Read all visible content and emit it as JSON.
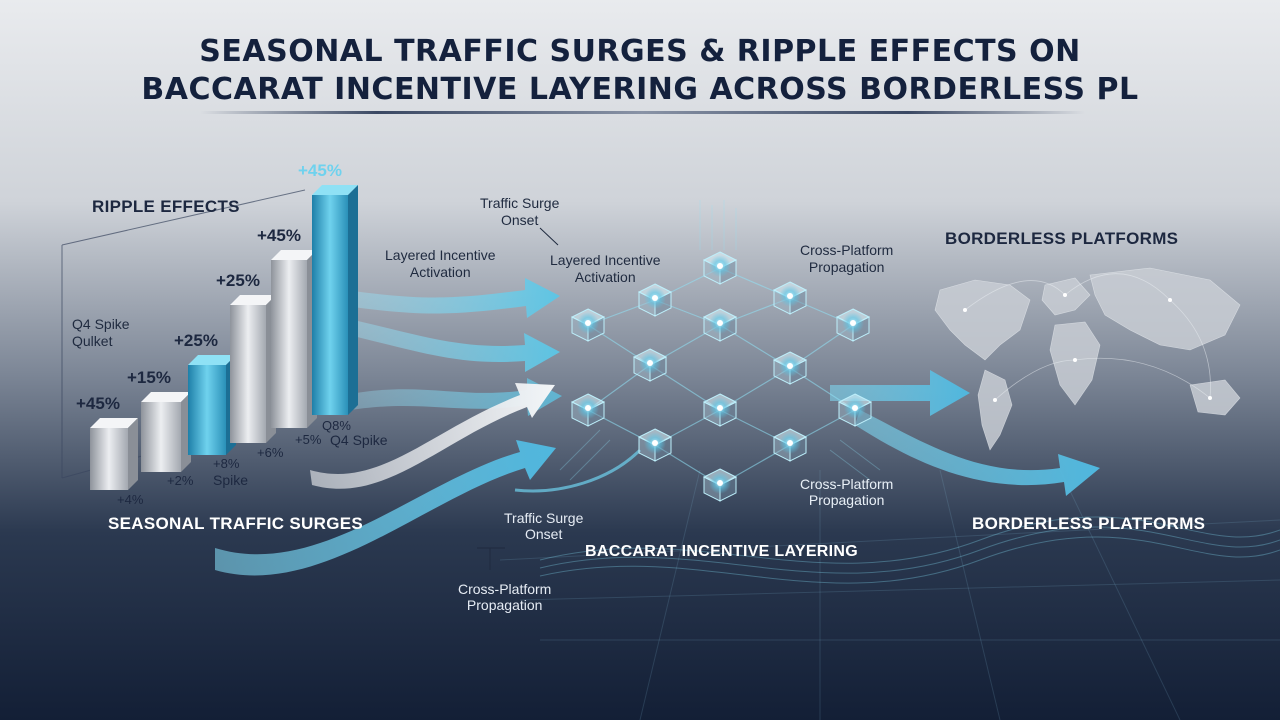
{
  "title": {
    "line1": "SEASONAL TRAFFIC SURGES & RIPPLE EFFECTS ON",
    "line2": "BACCARAT INCENTIVE LAYERING ACROSS BORDERLESS PL"
  },
  "left": {
    "ripple_heading": "RIPPLE EFFECTS",
    "q4_spike_quiet": [
      "Q4 Spike",
      "Qulket"
    ],
    "seasonal_heading": "SEASONAL TRAFFIC SURGES"
  },
  "chart_data": {
    "type": "bar",
    "title": "",
    "xlabel": "",
    "ylabel": "",
    "top_labels": [
      "+45%",
      "+15%",
      "+25%",
      "+25%",
      "+45%",
      "+45%"
    ],
    "values": [
      45,
      15,
      25,
      25,
      45,
      45
    ],
    "bottom_labels": [
      "+4%",
      "+2%",
      "+8%",
      "+6%",
      "+5%",
      "Q8%"
    ],
    "extra_labels": [
      "Spike",
      "Q4 Spike"
    ]
  },
  "center": {
    "layered_left": [
      "Layered Incentive",
      "Activation"
    ],
    "surge_top": [
      "Traffic Surge",
      "Onset"
    ],
    "layered_mid": [
      "Layered Incentive",
      "Activation"
    ],
    "cross_top": [
      "Cross-Platform",
      "Propagation"
    ],
    "cross_mid": [
      "Cross-Platform",
      "Propagation"
    ],
    "surge_bottom": [
      "Traffic Surge",
      "Onset"
    ],
    "baccarat_heading": "BACCARAT INCENTIVE LAYERING",
    "cross_bottom": [
      "Cross-Platform",
      "Propagation"
    ]
  },
  "right": {
    "borderless_top": "BORDERLESS PLATFORMS",
    "borderless_bottom": "BORDERLESS PLATFORMS"
  },
  "colors": {
    "title": "#14213d",
    "accent": "#5ac6e6",
    "bar_silver": "#c9ccd2",
    "bar_blue": "#3aa6cf"
  }
}
